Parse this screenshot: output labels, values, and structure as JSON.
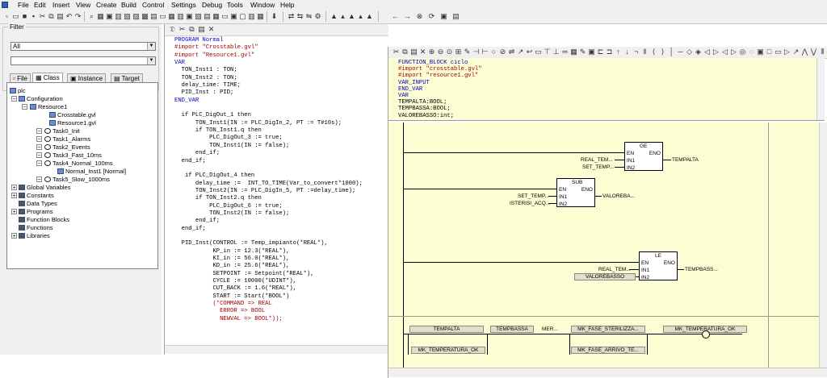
{
  "menu": [
    "File",
    "Edit",
    "Insert",
    "View",
    "Create",
    "Build",
    "Control",
    "Settings",
    "Debug",
    "Tools",
    "Window",
    "Help"
  ],
  "left": {
    "filter_label": "Filter",
    "filter_value": "All",
    "filter_input": "",
    "tabs": [
      "File",
      "Class",
      "Instance",
      "Target"
    ],
    "tree": [
      {
        "label": "plc"
      },
      {
        "label": "Configuration"
      },
      {
        "label": "Resource1"
      },
      {
        "label": "Crosstable.gvl"
      },
      {
        "label": "Resource1.gvl"
      },
      {
        "label": "Task0_Init"
      },
      {
        "label": "Task1_Alarms"
      },
      {
        "label": "Task2_Events"
      },
      {
        "label": "Task3_Fast_10ms"
      },
      {
        "label": "Task4_Normal_100ms"
      },
      {
        "label": "Normal_Inst1 [Normal]"
      },
      {
        "label": "Task5_Slow_1000ms"
      },
      {
        "label": "Global Variables"
      },
      {
        "label": "Constants"
      },
      {
        "label": "Data Types"
      },
      {
        "label": "Programs"
      },
      {
        "label": "Function Blocks"
      },
      {
        "label": "Functions"
      },
      {
        "label": "Libraries"
      }
    ]
  },
  "editor": {
    "lines": [
      {
        "t": "PROGRAM Normal",
        "c": "kw"
      },
      {
        "t": "#import \"Crosstable.gvl\"",
        "c": "pp"
      },
      {
        "t": "#import \"Resource1.gvl\"",
        "c": "pp"
      },
      {
        "t": "VAR",
        "c": "kw"
      },
      {
        "t": "  TON_Inst1 : TON;",
        "c": ""
      },
      {
        "t": "  TON_Inst2 : TON;",
        "c": ""
      },
      {
        "t": "  delay_time: TIME;",
        "c": ""
      },
      {
        "t": "  PID_Inst : PID;",
        "c": ""
      },
      {
        "t": "END_VAR",
        "c": "kw"
      },
      {
        "t": "",
        "c": ""
      },
      {
        "t": "  if PLC_DigOut_1 then",
        "c": ""
      },
      {
        "t": "      TON_Inst1(IN := PLC_DigIn_2, PT := T#10s);",
        "c": ""
      },
      {
        "t": "      if TON_Inst1.q then",
        "c": ""
      },
      {
        "t": "          PLC_DigOut_3 := true;",
        "c": ""
      },
      {
        "t": "          TON_Inst1(IN := false);",
        "c": ""
      },
      {
        "t": "      end_if;",
        "c": ""
      },
      {
        "t": "  end_if;",
        "c": ""
      },
      {
        "t": "",
        "c": ""
      },
      {
        "t": "   if PLC_DigOut_4 then",
        "c": ""
      },
      {
        "t": "      delay_time :=  INT_TO_TIME(Var_to_convert*1000);",
        "c": ""
      },
      {
        "t": "      TON_Inst2(IN := PLC_DigIn_5, PT :=delay_time);",
        "c": ""
      },
      {
        "t": "      if TON_Inst2.q then",
        "c": ""
      },
      {
        "t": "          PLC_DigOut_6 := true;",
        "c": ""
      },
      {
        "t": "          TON_Inst2(IN := false);",
        "c": ""
      },
      {
        "t": "      end_if;",
        "c": ""
      },
      {
        "t": "  end_if;",
        "c": ""
      },
      {
        "t": "",
        "c": ""
      },
      {
        "t": "  PID_Inst(CONTROL := Temp_impianto(*REAL*),",
        "c": ""
      },
      {
        "t": "           KP_in := 12.3(*REAL*),",
        "c": ""
      },
      {
        "t": "           KI_in := 56.0(*REAL*),",
        "c": ""
      },
      {
        "t": "           KD_in := 25.6(*REAL*),",
        "c": ""
      },
      {
        "t": "           SETPOINT := Setpoint(*REAL*),",
        "c": ""
      },
      {
        "t": "           CYCLE := 10000(*UDINT*),",
        "c": ""
      },
      {
        "t": "           CUT_BACK := 1.6(*REAL*),",
        "c": ""
      },
      {
        "t": "           START := Start(*BOOL*)",
        "c": ""
      },
      {
        "t": "           (*COMMAND => REAL",
        "c": "pp"
      },
      {
        "t": "             ERROR => BOOL",
        "c": "pp"
      },
      {
        "t": "             NEWVAL => BOOL*));",
        "c": "pp"
      }
    ]
  },
  "right": {
    "decl": [
      {
        "t": "FUNCTION_BLOCK ciclo",
        "c": "kw"
      },
      {
        "t": "#import \"crosstable.gvl\"",
        "c": "pp"
      },
      {
        "t": "#import \"resource1.gvl\"",
        "c": "pp"
      },
      {
        "t": "VAR_INPUT",
        "c": "kw"
      },
      {
        "t": "END_VAR",
        "c": "kw"
      },
      {
        "t": "VAR",
        "c": "kw"
      },
      {
        "t": "TEMPALTA:BOOL;",
        "c": ""
      },
      {
        "t": "TEMPBASSA:BOOL;",
        "c": ""
      },
      {
        "t": "VALOREBASSO:int;",
        "c": ""
      }
    ],
    "blocks": [
      {
        "type": "GE",
        "in1": "REAL_TEM...",
        "in2": "SET_TEMP...",
        "out": "TEMPALTA"
      },
      {
        "type": "SUB",
        "in1": "SET_TEMP...",
        "in2": "ISTERISI_ACQ...",
        "out": "VALOREBA..."
      },
      {
        "type": "LE",
        "in1": "REAL_TEM...",
        "in2": "VALOREBASSO",
        "out": "TEMPBASS..."
      }
    ],
    "pin_labels": {
      "en": "EN",
      "eno": "ENO",
      "in1": "IN1",
      "in2": "IN2"
    },
    "contacts": [
      {
        "label": "TEMPALTA"
      },
      {
        "label": "TEMPBASSA"
      },
      {
        "label": "MER..."
      },
      {
        "label": "MK_FASE_STERILIZZA..."
      },
      {
        "label": "MK_TEMPERATURA_OK"
      },
      {
        "label": "MK_TEMPERATURA_OK"
      },
      {
        "label": "MK_FASE_ARRIVO_TE..."
      }
    ]
  }
}
